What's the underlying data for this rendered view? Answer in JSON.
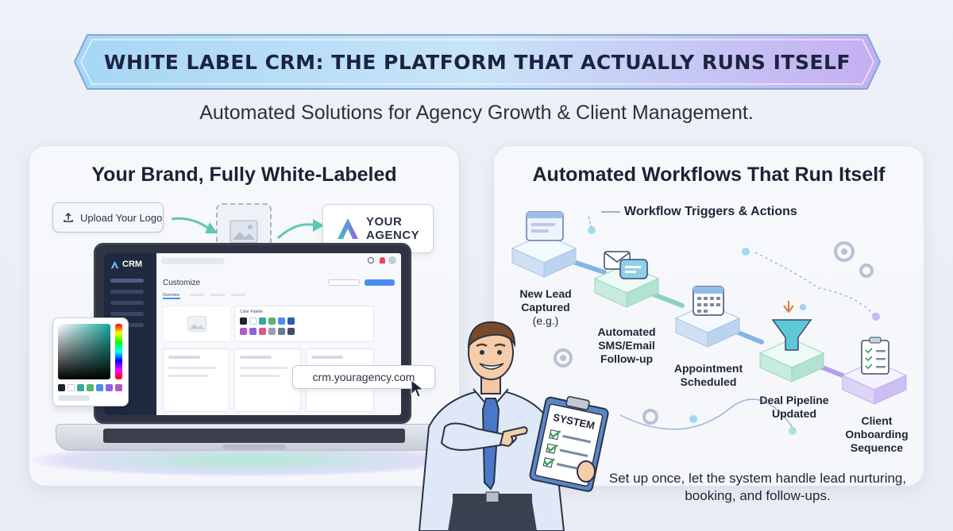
{
  "header": {
    "title": "WHITE LABEL CRM: THE PLATFORM THAT ACTUALLY RUNS ITSELF",
    "subtitle": "Automated Solutions for Agency Growth & Client Management."
  },
  "left_panel": {
    "title": "Your Brand, Fully White-Labeled",
    "upload_button": "Upload Your Logo",
    "agency_logo_line1": "YOUR",
    "agency_logo_line2": "AGENCY",
    "app_logo": "CRM",
    "screen_heading": "Customize",
    "screen_tab": "Overview",
    "color_palette_label": "Color Palette",
    "url": "crm.youragency.com",
    "clipboard_label": "SYSTEM"
  },
  "right_panel": {
    "title": "Automated Workflows That Run Itself",
    "triggers_label": "Workflow Triggers & Actions",
    "steps": [
      {
        "line1": "New Lead",
        "line2": "Captured",
        "line3": "(e.g.)"
      },
      {
        "line1": "Automated",
        "line2": "SMS/Email",
        "line3": "Follow-up"
      },
      {
        "line1": "Appointment",
        "line2": "Scheduled",
        "line3": ""
      },
      {
        "line1": "Deal Pipeline",
        "line2": "Updated",
        "line3": ""
      },
      {
        "line1": "Client",
        "line2": "Onboarding",
        "line3": "Sequence"
      }
    ],
    "note": "Set up once, let the system handle lead nurturing, booking, and follow-ups."
  },
  "colors": {
    "accent": "#4c8df0",
    "brand_gradient_start": "#8fc6f0",
    "brand_gradient_end": "#c2a8f0",
    "teal": "#5fc8b4",
    "dark_sidebar": "#1f2a40"
  },
  "icons": [
    "upload-icon",
    "image-placeholder-icon",
    "agency-logo-icon",
    "cursor-icon",
    "gear-icon",
    "browser-window-icon",
    "chat-icon",
    "calendar-icon",
    "funnel-icon",
    "checklist-icon"
  ]
}
